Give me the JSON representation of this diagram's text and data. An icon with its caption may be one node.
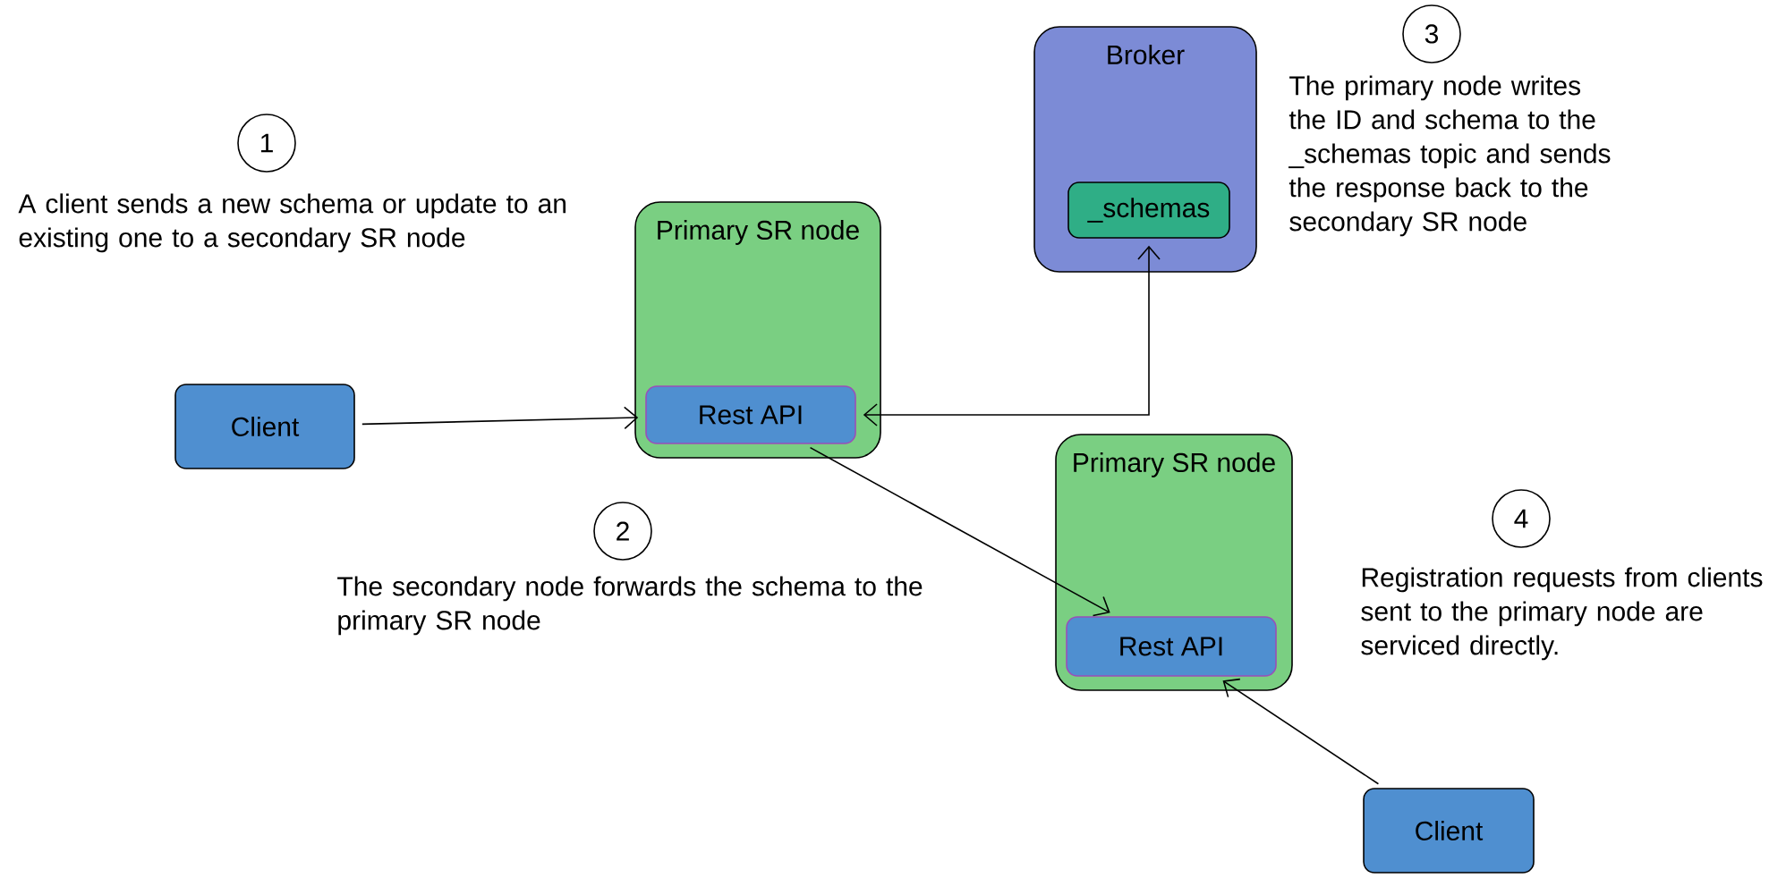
{
  "diagram": {
    "nodes": [
      {
        "text": [
          "Primary SR node"
        ]
      },
      {
        "text": [
          "Rest API"
        ],
        "in": 0
      },
      {
        "text": [
          "Broker"
        ]
      },
      {
        "text": [
          "_schemas"
        ],
        "in": 2
      },
      {
        "text": [
          "Primary SR node"
        ]
      },
      {
        "text": [
          "Rest API"
        ],
        "in": 4
      },
      {
        "text": [
          "Client"
        ]
      },
      {
        "text": [
          "Client"
        ]
      },
      {
        "text": [
          "1"
        ],
        "beside": [
          "A client sends a new schema or update to an existing one to a secondary SR node"
        ]
      },
      {
        "text": [
          "2"
        ],
        "beside": [
          "The secondary node forwards the schema to the primary SR node"
        ]
      },
      {
        "text": [
          "3"
        ],
        "beside": [
          "The primary node writes the ID and schema to the _schemas topic and sends the response back to the secondary SR node"
        ]
      },
      {
        "text": [
          "4"
        ],
        "beside": [
          "Registration requests from clients sent to the primary node are serviced directly."
        ]
      }
    ],
    "edges": [
      {
        "from": 6,
        "to": 1,
        "arrow": "to"
      },
      {
        "from": 1,
        "to": 5,
        "arrow": "to"
      },
      {
        "from": 1,
        "to": 3,
        "arrow": "both"
      },
      {
        "from": 7,
        "to": 5,
        "arrow": "to"
      }
    ]
  }
}
